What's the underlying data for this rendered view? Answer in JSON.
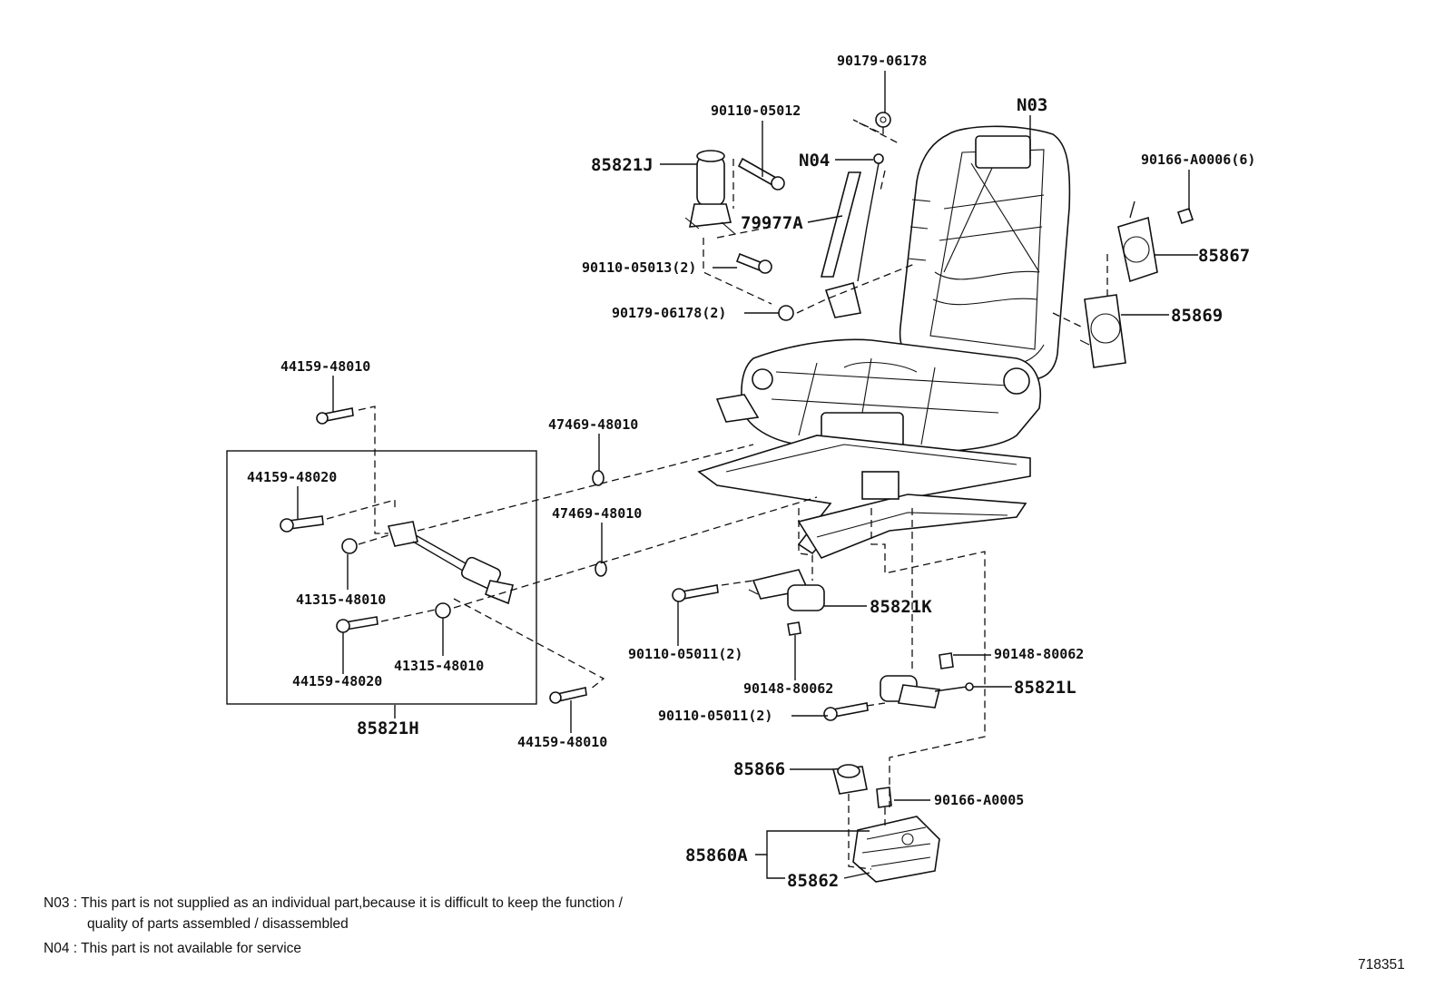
{
  "labels": {
    "p90179_06178_top": "90179-06178",
    "p90110_05012": "90110-05012",
    "n03": "N03",
    "n04": "N04",
    "p85821J": "85821J",
    "p79977A": "79977A",
    "p90166_A0006": "90166-A0006(6)",
    "p85867": "85867",
    "p90110_05013": "90110-05013(2)",
    "p85869": "85869",
    "p90179_06178_2": "90179-06178(2)",
    "p44159_48010_top": "44159-48010",
    "p47469_48010_a": "47469-48010",
    "p44159_48020_a": "44159-48020",
    "p47469_48010_b": "47469-48010",
    "p41315_48010_a": "41315-48010",
    "p85821K": "85821K",
    "p44159_48020_b": "44159-48020",
    "p41315_48010_b": "41315-48010",
    "p90110_05011_a": "90110-05011(2)",
    "p90148_80062_a": "90148-80062",
    "p90148_80062_b": "90148-80062",
    "p85821L": "85821L",
    "p90110_05011_b": "90110-05011(2)",
    "p85821H": "85821H",
    "p44159_48010_bot": "44159-48010",
    "p85866": "85866",
    "p90166_A0005": "90166-A0005",
    "p85860A": "85860A",
    "p85862": "85862"
  },
  "notes": {
    "n03_line1": "N03 : This part is not supplied as an individual part,because it is difficult to keep the function /",
    "n03_line2": "quality of parts assembled / disassembled",
    "n04_line": "N04 : This part is not available for service"
  },
  "figure_id": "718351"
}
